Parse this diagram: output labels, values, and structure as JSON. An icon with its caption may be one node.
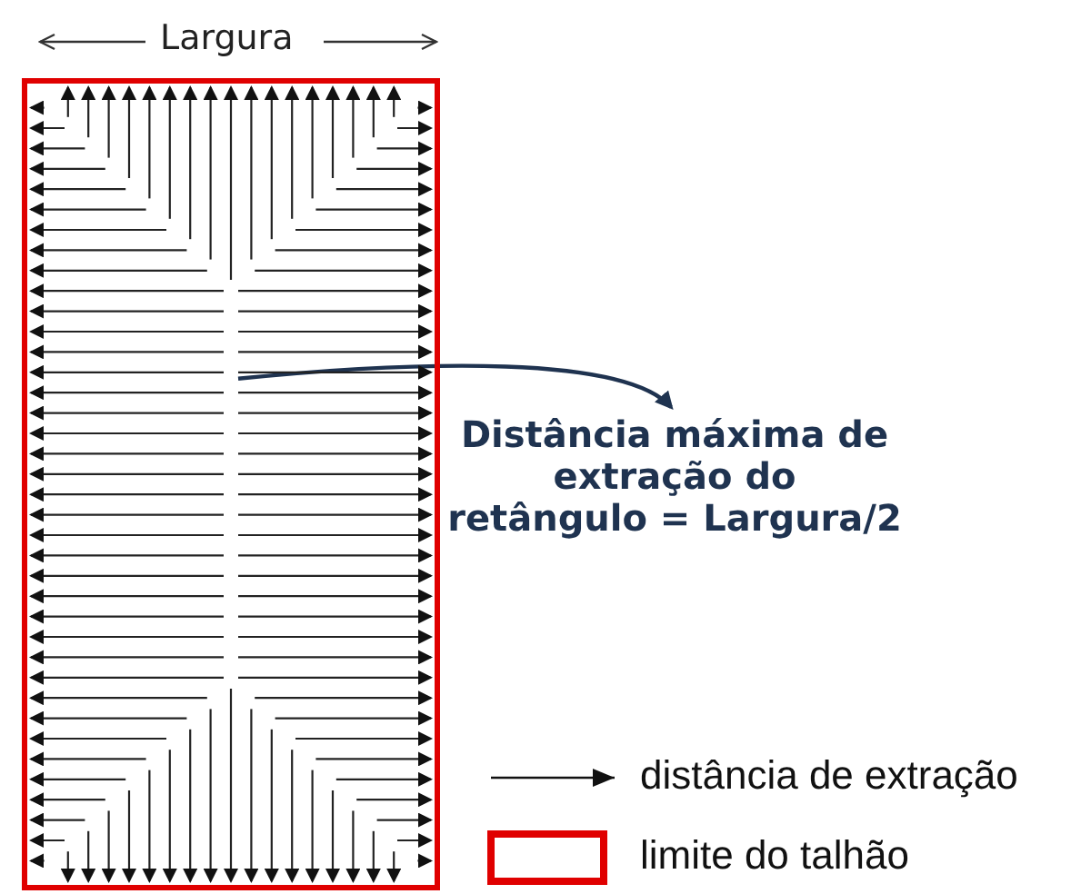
{
  "diagram": {
    "nodes": [
      {
        "text": [],
        "shape": "box"
      },
      {
        "text": [
          "Distância máxima de extração do retângulo = Largura/2"
        ]
      }
    ],
    "edges": [
      {
        "from": 0,
        "to": 1,
        "arrow": "to"
      }
    ],
    "labels": [
      "Largura"
    ],
    "legend": [
      {
        "text": "distância de extração"
      },
      {
        "text": "limite do talhão"
      }
    ]
  }
}
